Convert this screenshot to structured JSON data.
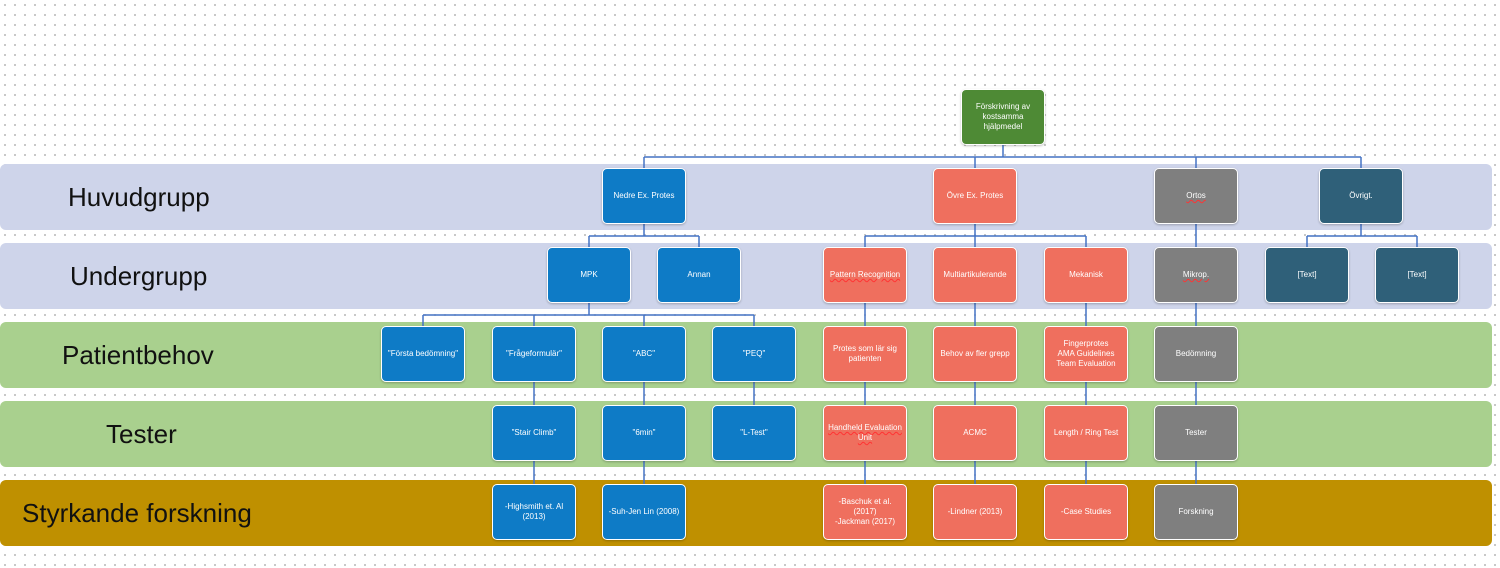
{
  "colors": {
    "band_blue": "#ced4ea",
    "band_green": "#a9d08e",
    "band_gold": "#bf9000",
    "node_blue": "#0e7bc6",
    "node_red": "#ef6f5e",
    "node_grey": "#7f7f7f",
    "node_navy": "#2f6079",
    "node_green": "#4e8a35",
    "connector": "#4472c4"
  },
  "rows": {
    "huvudgrupp": "Huvudgrupp",
    "undergrupp": "Undergrupp",
    "patientbehov": "Patientbehov",
    "tester": "Tester",
    "styrkande": "Styrkande forskning"
  },
  "root": "Förskrivning av kostsamma hjälpmedel",
  "main_groups": {
    "nedre": "Nedre Ex. Protes",
    "ovre": "Övre Ex. Protes",
    "ortos": "Ortos",
    "ovrigt": "Övrigt."
  },
  "sub_groups": {
    "mpk": "MPK",
    "annan": "Annan",
    "pattern": "Pattern Recognition",
    "multi": "Multiartikulerande",
    "mekanisk": "Mekanisk",
    "mikrop": "Mikrop.",
    "text1": "[Text]",
    "text2": "[Text]"
  },
  "needs": {
    "forsta": "\"Första bedömning\"",
    "frage": "\"Frågeformulär\"",
    "abc": "\"ABC\"",
    "peq": "\"PEQ\"",
    "protes_lar": "Protes som lär sig patienten",
    "fler_grepp": "Behov av fler grepp",
    "finger_1": "Fingerprotes",
    "finger_2": "AMA Guidelines",
    "finger_3": "Team Evaluation",
    "bedomning": "Bedömning"
  },
  "tests": {
    "stair": "\"Stair Climb\"",
    "six_min": "\"6min\"",
    "l_test": "\"L-Test\"",
    "handheld": "Handheld Evaluation Unit",
    "acmc": "ACMC",
    "length": "Length / Ring Test",
    "tester": "Tester"
  },
  "research": {
    "highsmith": "-Highsmith et. Al (2013)",
    "suh": "-Suh-Jen Lin (2008)",
    "baschuk_1": "-Baschuk et al. (2017)",
    "baschuk_2": "-Jackman (2017)",
    "lindner": "-Lindner (2013)",
    "case": "-Case Studies",
    "forskning": "Forskning"
  }
}
